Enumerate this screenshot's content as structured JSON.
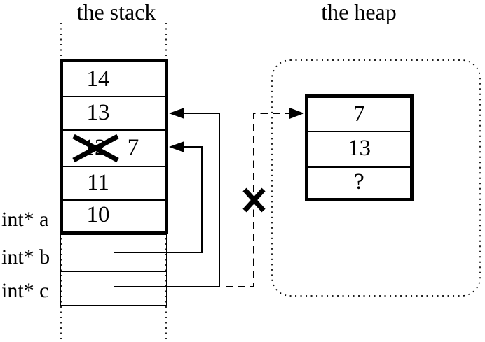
{
  "titles": {
    "stack": "the stack",
    "heap": "the heap"
  },
  "stack": {
    "cells": [
      {
        "value": "14",
        "crossed_out": false
      },
      {
        "value": "13",
        "crossed_out": false
      },
      {
        "value": "12",
        "crossed_out": true,
        "replacement": "7"
      },
      {
        "value": "11",
        "crossed_out": false
      },
      {
        "value": "10",
        "crossed_out": false
      }
    ],
    "pointer_labels": [
      {
        "label": "int* a"
      },
      {
        "label": "int* b"
      },
      {
        "label": "int* c"
      }
    ]
  },
  "heap": {
    "cells": [
      {
        "value": "7"
      },
      {
        "value": "13"
      },
      {
        "value": "?"
      }
    ]
  },
  "pointers": [
    {
      "name": "b",
      "style": "solid",
      "target": "stack cell showing 7 (12 crossed out)"
    },
    {
      "name": "c",
      "style": "solid",
      "target": "stack cell 13"
    },
    {
      "name": "c-dangling",
      "style": "dashed",
      "severed": true,
      "target": "heap block top cell 7"
    }
  ],
  "colors": {
    "ink": "#000000",
    "background": "#ffffff"
  }
}
